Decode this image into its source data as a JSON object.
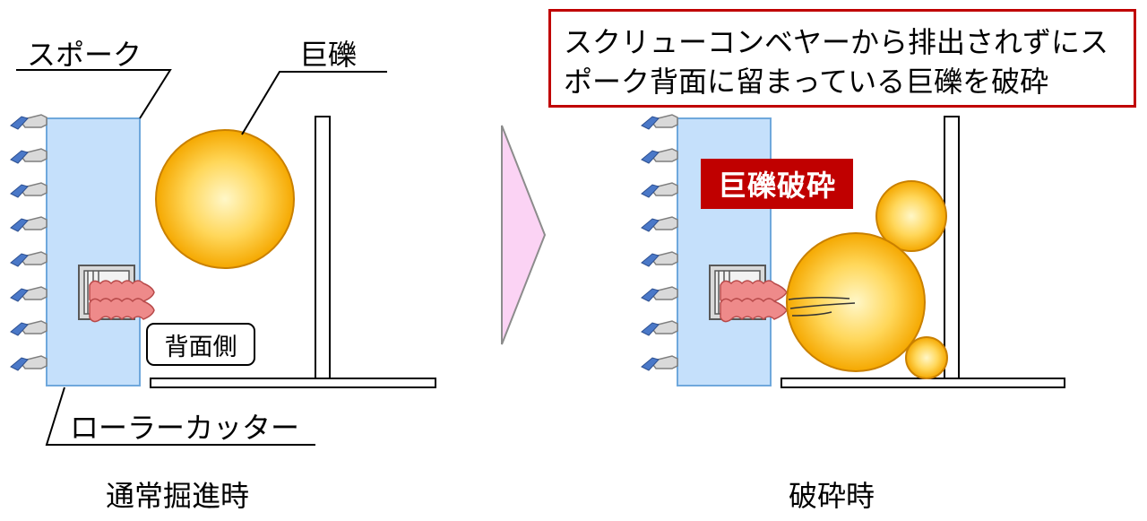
{
  "labels": {
    "spoke": "スポーク",
    "boulder": "巨礫",
    "back_side": "背面側",
    "roller_cutter": "ローラーカッター"
  },
  "captions": {
    "normal": "通常掘進時",
    "crushing": "破砕時"
  },
  "note": {
    "line1": "スクリューコンベヤーから排出されずにス",
    "line2": "ポーク背面に留まっている巨礫を破砕"
  },
  "badge": "巨礫破砕",
  "colors": {
    "spoke_fill": "#c5e0fb",
    "spoke_stroke": "#6fa8dc",
    "boulder_fill": "#f5a800",
    "boulder_center": "#fff7c8",
    "jack_fill": "#ee8a8a",
    "arrow_fill": "#fbd3f4",
    "accent_red": "#c00000",
    "cutter_blue": "#4a78c8"
  },
  "icons": {
    "cutter": "roller-cutter-icon",
    "arrow": "right-arrow-icon"
  }
}
